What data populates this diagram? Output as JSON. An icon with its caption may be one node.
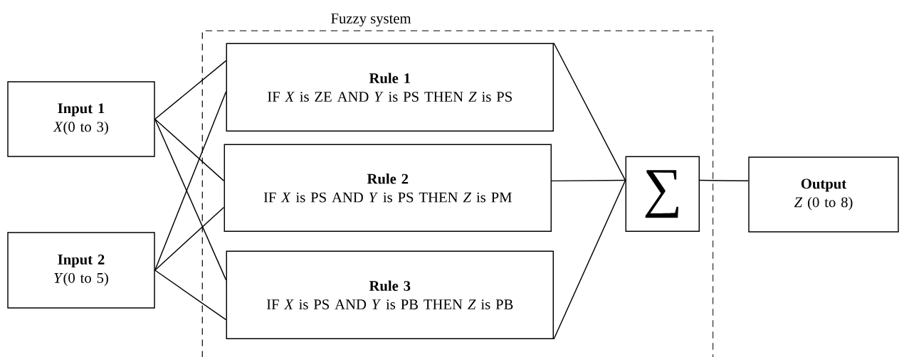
{
  "diagram": {
    "nodes": [
      {
        "text": [
          "Fuzzy system"
        ]
      },
      {
        "text": [
          "Input 1",
          "*X*(0 to 3)"
        ]
      },
      {
        "text": [
          "Input 2",
          "*Y*(0 to 5)"
        ]
      },
      {
        "text": [
          "Rule 1",
          "IF *X* is ZE AND *Y* is PS THEN *Z* is PS"
        ],
        "in": 0
      },
      {
        "text": [
          "Rule 2",
          "IF *X* is PS AND *Y* is PS THEN *Z* is PM"
        ],
        "in": 0
      },
      {
        "text": [
          "Rule 3",
          "IF *X* is PS AND *Y* is PB THEN *Z* is PB"
        ],
        "in": 0
      },
      {
        "text": [
          "∑"
        ],
        "in": 0
      },
      {
        "text": [
          "Output",
          "*Z* (0 to 8)"
        ]
      }
    ],
    "edges": [
      {
        "from": 1,
        "to": 3,
        "arrow": "none"
      },
      {
        "from": 1,
        "to": 4,
        "arrow": "none"
      },
      {
        "from": 1,
        "to": 5,
        "arrow": "none"
      },
      {
        "from": 2,
        "to": 3,
        "arrow": "none"
      },
      {
        "from": 2,
        "to": 4,
        "arrow": "none"
      },
      {
        "from": 2,
        "to": 5,
        "arrow": "none"
      },
      {
        "from": 3,
        "to": 6,
        "arrow": "none"
      },
      {
        "from": 4,
        "to": 6,
        "arrow": "none"
      },
      {
        "from": 5,
        "to": 6,
        "arrow": "none"
      },
      {
        "from": 6,
        "to": 7,
        "arrow": "none"
      }
    ]
  }
}
